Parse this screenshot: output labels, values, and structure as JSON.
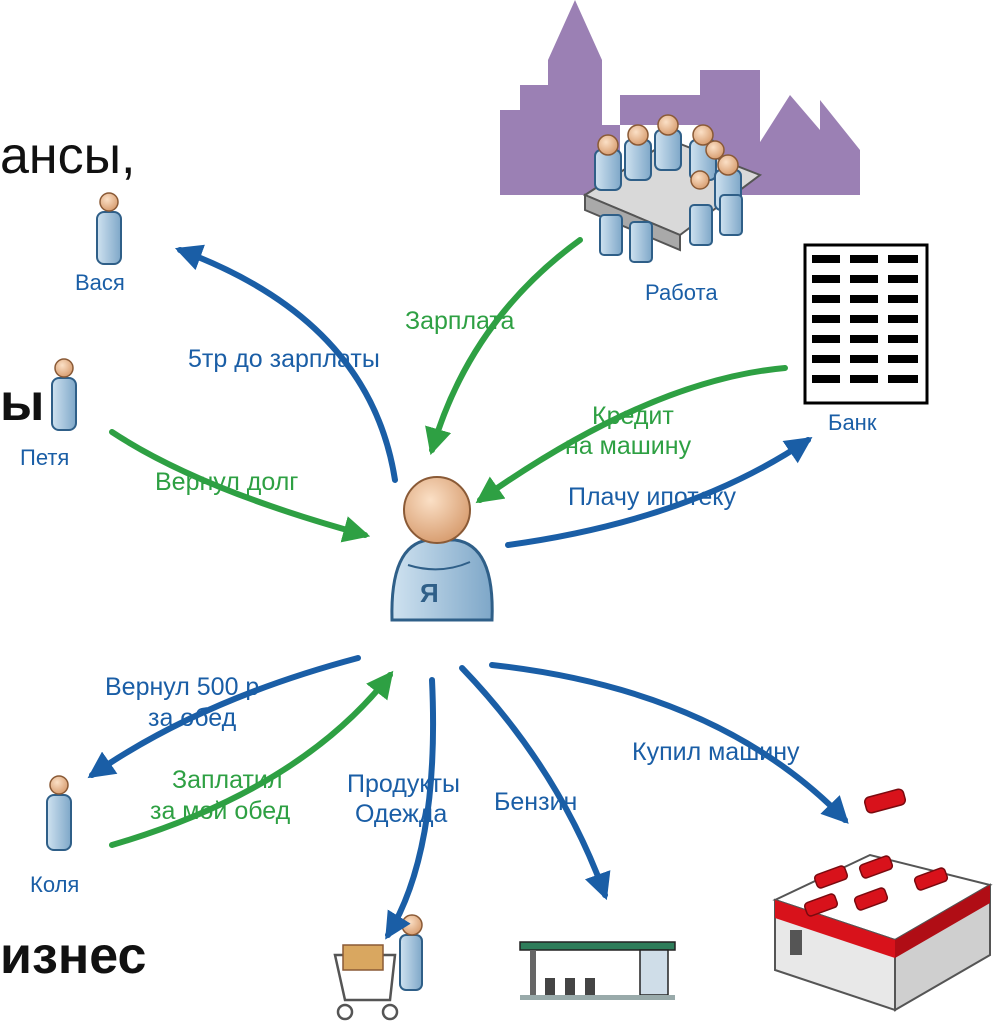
{
  "colors": {
    "income": "#2ea043",
    "expense": "#1a5ea6",
    "city": "#9b80b4",
    "person": "#8fb6d4",
    "car": "#d8121b"
  },
  "slide_text": {
    "top_fragment": "ансы,",
    "mid_fragment": "ы",
    "bottom_fragment": "изнес"
  },
  "center": {
    "badge": "Я"
  },
  "nodes": {
    "vasya": "Вася",
    "petya": "Петя",
    "kolya": "Коля",
    "work": "Работа",
    "bank": "Банк"
  },
  "flows": {
    "salary": "Зарплата",
    "loan_to_vasya": "5тр до зарплаты",
    "returned_debt": "Вернул долг",
    "car_credit_line1": "Кредит",
    "car_credit_line2": "на машину",
    "mortgage": "Плачу ипотеку",
    "returned_500_line1": "Вернул 500 р",
    "returned_500_line2": "за обед",
    "paid_lunch_line1": "Заплатил",
    "paid_lunch_line2": "за мой обед",
    "groceries_line1": "Продукты",
    "groceries_line2": "Одежда",
    "gasoline": "Бензин",
    "bought_car": "Купил машину"
  }
}
